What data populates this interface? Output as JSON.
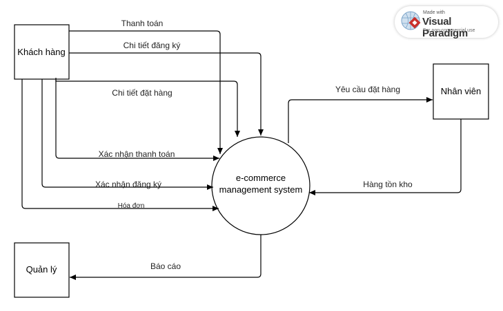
{
  "process": {
    "line1": "e-commerce",
    "line2": "management system"
  },
  "entities": {
    "customer": "Khách hàng",
    "staff": "Nhân viên",
    "manager": "Quản lý"
  },
  "flows": {
    "payment": "Thanh toán",
    "registration_details": "Chi tiết đăng ký",
    "order_details": "Chi tiết đặt hàng",
    "payment_confirmation": "Xác  nhận thanh toán",
    "registration_confirmation": "Xác nhận đăng ký",
    "invoice": "Hóa đơn",
    "order_request": "Yêu cầu đặt hàng",
    "inventory": "Hàng tồn kho",
    "report": "Báo cáo"
  },
  "badge": {
    "made_with": "Made with",
    "brand": "Visual Paradigm",
    "note": "For non-commercial use"
  }
}
